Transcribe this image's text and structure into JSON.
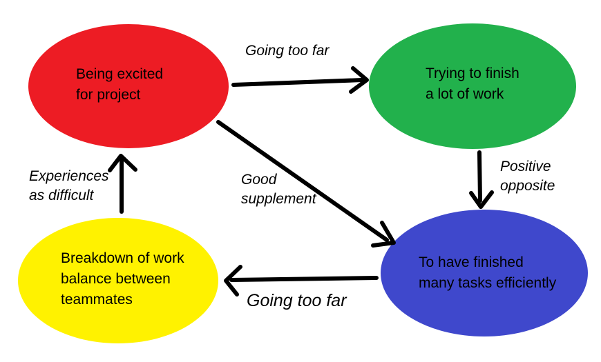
{
  "diagram": {
    "background": "#ffffff",
    "arrow_color": "#000000",
    "text_color": "#000000",
    "nodes": [
      {
        "id": "being-excited",
        "label": "Being excited\nfor project",
        "color": "#ed1c24"
      },
      {
        "id": "trying-to-finish",
        "label": "Trying to finish\na lot of work",
        "color": "#22b14c"
      },
      {
        "id": "finished-tasks",
        "label": "To have finished\nmany tasks efficiently",
        "color": "#3f48cc"
      },
      {
        "id": "work-breakdown",
        "label": "Breakdown of work\nbalance between\nteammates",
        "color": "#fff200"
      }
    ],
    "edges": [
      {
        "from": "being-excited",
        "to": "trying-to-finish",
        "label": "Going too far"
      },
      {
        "from": "trying-to-finish",
        "to": "finished-tasks",
        "label": "Positive\nopposite"
      },
      {
        "from": "being-excited",
        "to": "finished-tasks",
        "label": "Good\nsupplement"
      },
      {
        "from": "finished-tasks",
        "to": "work-breakdown",
        "label": "Going too far"
      },
      {
        "from": "work-breakdown",
        "to": "being-excited",
        "label": "Experiences\nas difficult"
      }
    ]
  }
}
